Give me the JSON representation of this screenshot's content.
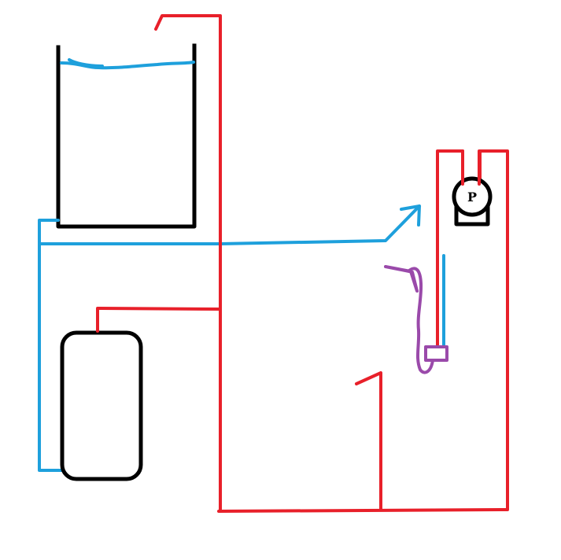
{
  "diagram": {
    "type": "plumbing-sketch",
    "colors": {
      "hot_pipe": "#e8202a",
      "cold_pipe": "#1ea0dc",
      "outline": "#000000",
      "hose": "#9a4aaa",
      "background": "#ffffff"
    },
    "components": [
      {
        "id": "open-tank",
        "kind": "open water tank with water line"
      },
      {
        "id": "closed-tank",
        "kind": "rounded rectangular vessel"
      },
      {
        "id": "pump",
        "kind": "pump",
        "label": "P"
      },
      {
        "id": "hose-nozzle",
        "kind": "purple hose with fitting"
      },
      {
        "id": "flow-arrow",
        "kind": "blue arrow pointing up-right"
      }
    ],
    "pump": {
      "label": "P"
    }
  }
}
